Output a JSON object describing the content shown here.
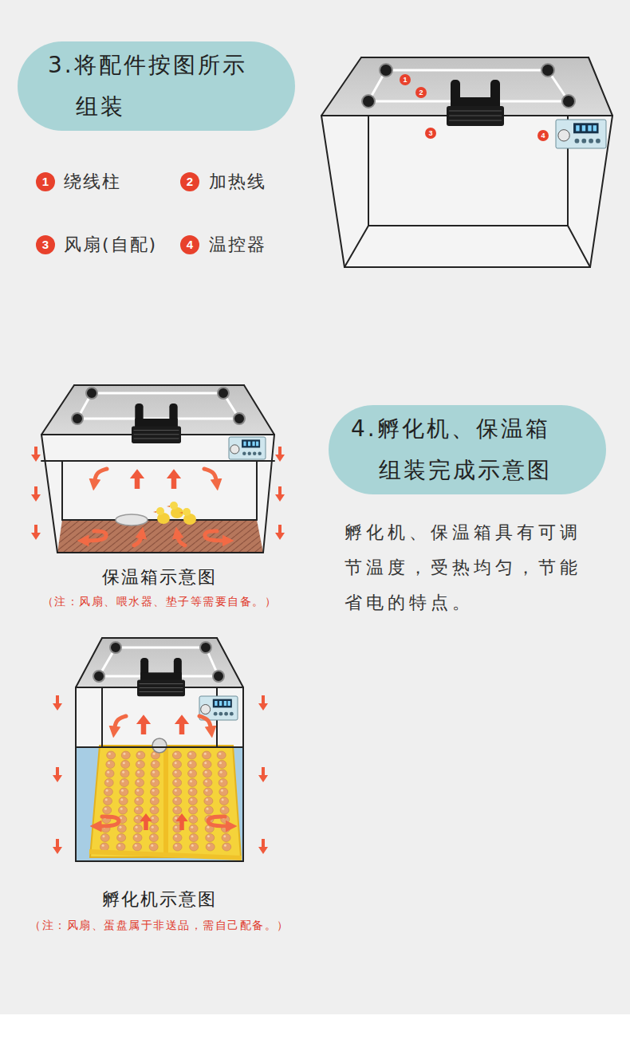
{
  "diagram": {
    "nodes": [
      {
        "text": [
          "3.将配件按图所示 组装"
        ]
      },
      {
        "text": [
          "4.孵化机、保温箱 组装完成示意图"
        ]
      }
    ],
    "labels": [
      "1",
      "绕线柱",
      "2",
      "加热线",
      "3",
      "风扇(自配)",
      "4",
      "温控器",
      "1",
      "2",
      "3",
      "4",
      "保温箱示意图",
      "（注：风扇、喂水器、垫子等需要自备。）",
      "孵化机、保温箱具有可调节温度，受热均匀，节能省电的特点。",
      "孵化机示意图",
      "（注：风扇、蛋盘属于非送品，需自己配备。）"
    ]
  }
}
